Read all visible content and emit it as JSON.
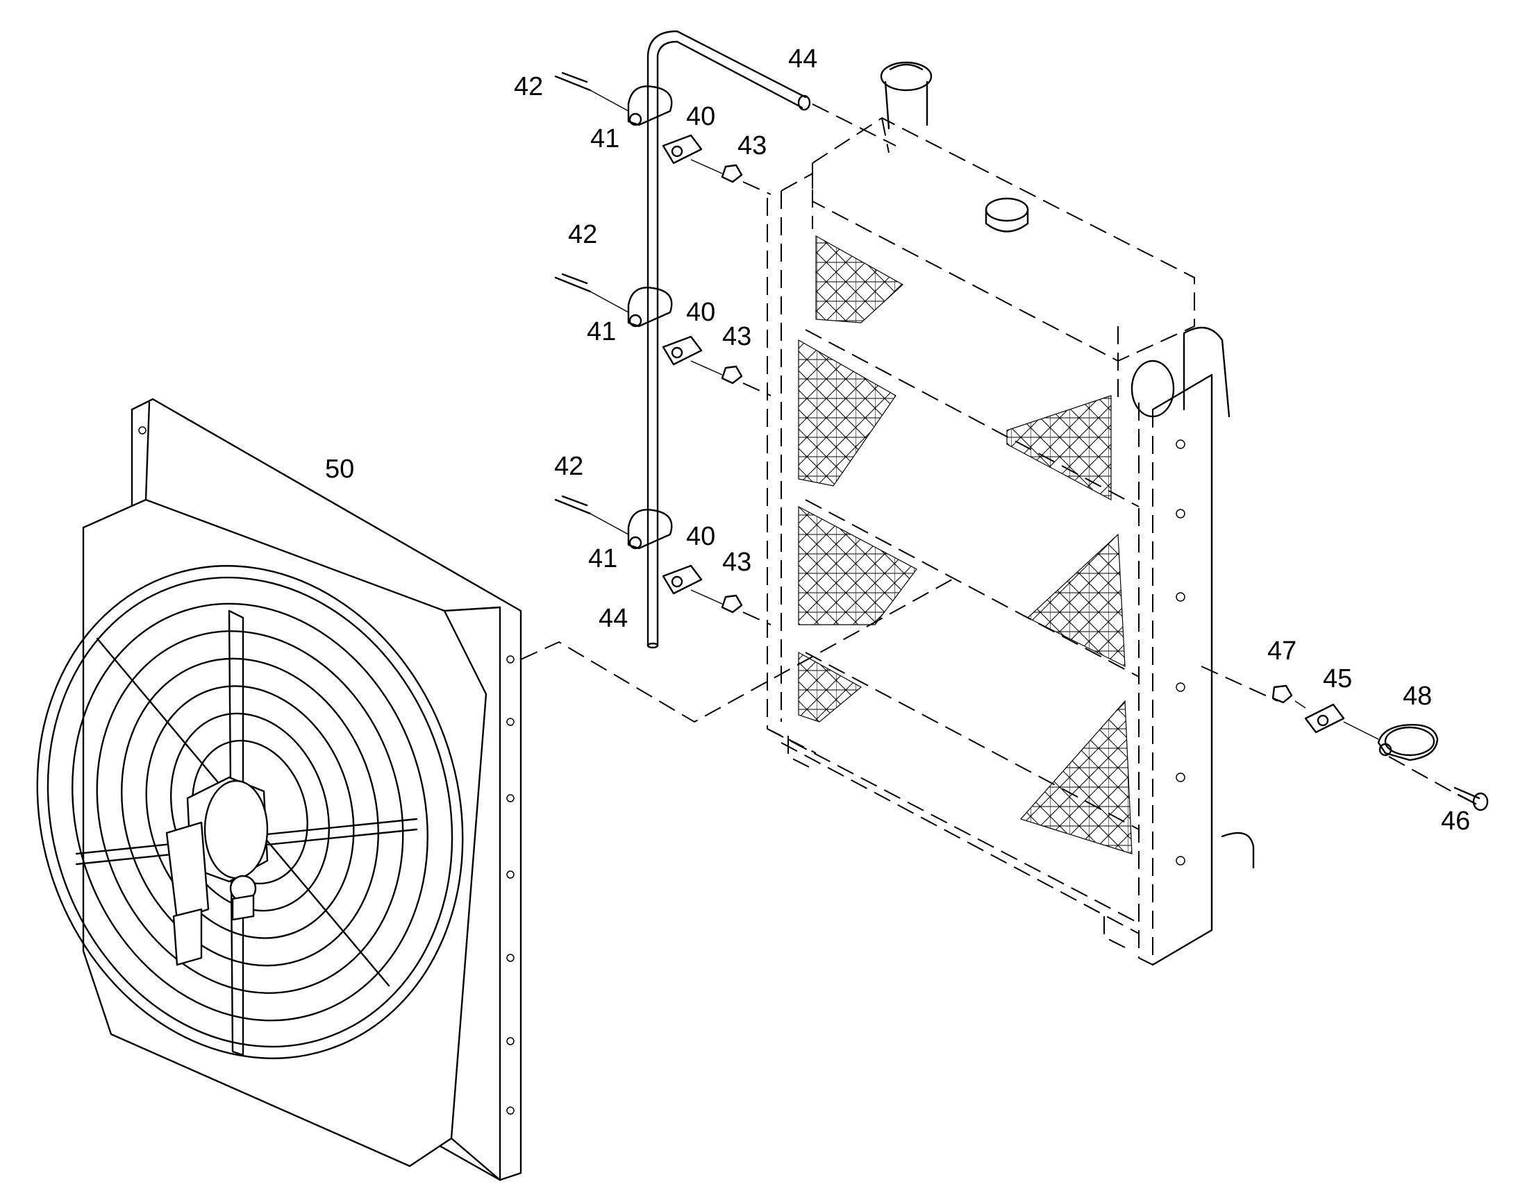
{
  "callouts": {
    "c44_top": "44",
    "c42_a": "42",
    "c41_a": "41",
    "c40_a": "40",
    "c43_a": "43",
    "c42_b": "42",
    "c41_b": "41",
    "c40_b": "40",
    "c43_b": "43",
    "c42_c": "42",
    "c41_c": "41",
    "c40_c": "40",
    "c43_c": "43",
    "c44_bottom": "44",
    "c50": "50",
    "c47": "47",
    "c45": "45",
    "c48": "48",
    "c46": "46"
  },
  "colors": {
    "line": "#000000",
    "background": "#ffffff"
  }
}
